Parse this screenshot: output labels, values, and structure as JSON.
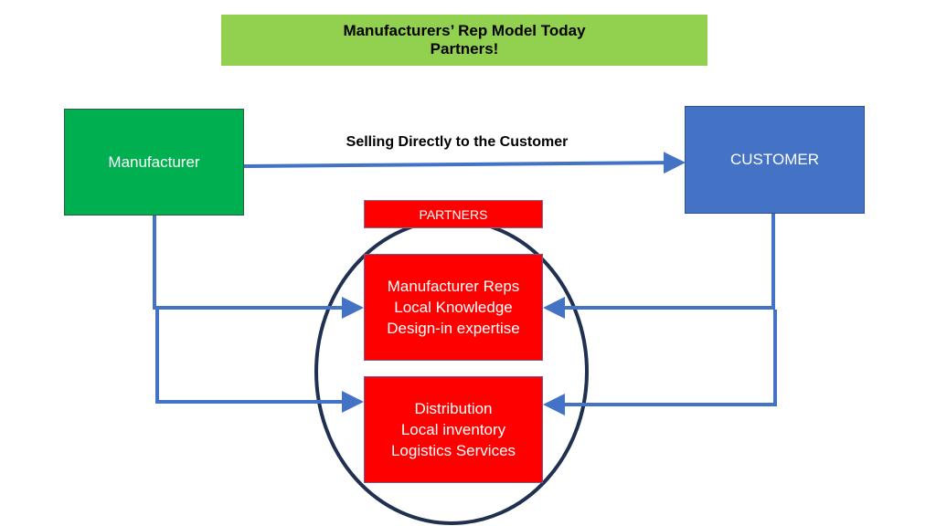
{
  "title": {
    "line1": "Manufacturers’ Rep Model Today",
    "line2": "Partners!"
  },
  "nodes": {
    "manufacturer": "Manufacturer",
    "customer": "CUSTOMER",
    "partners_label": "PARTNERS",
    "reps": {
      "lines": [
        "Manufacturer Reps",
        "Local Knowledge",
        "Design-in expertise"
      ]
    },
    "distribution": {
      "lines": [
        "Distribution",
        "Local inventory",
        "Logistics Services"
      ]
    }
  },
  "edges": {
    "direct_label": "Selling Directly to the Customer"
  },
  "colors": {
    "title_bg": "#92d050",
    "manufacturer": "#00b050",
    "customer": "#4472c4",
    "partner": "#ff0000",
    "arrow": "#4472c4",
    "ellipse": "#1f3050"
  }
}
